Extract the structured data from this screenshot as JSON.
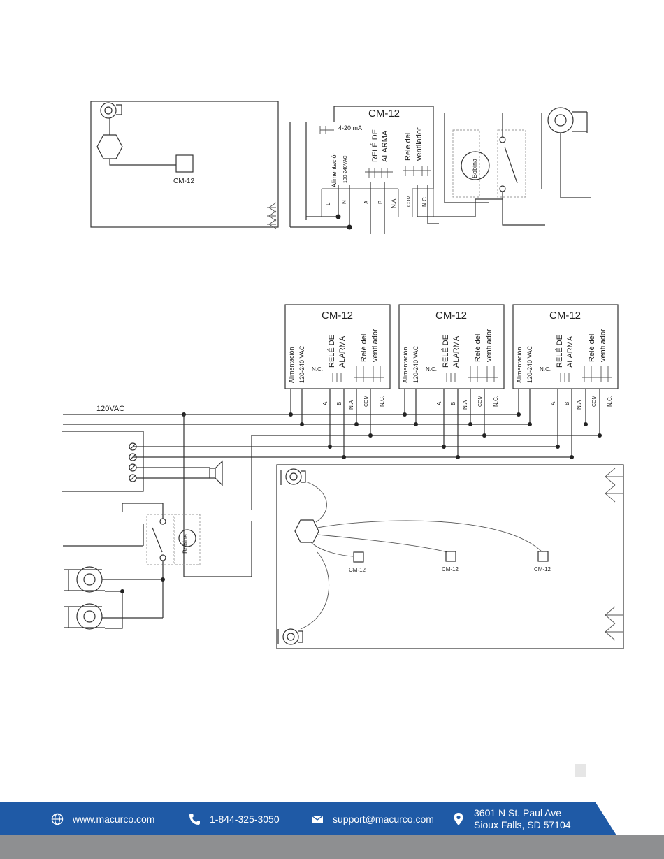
{
  "device": {
    "model": "CM-12"
  },
  "top_diagram": {
    "sensor_label": "CM-12",
    "terminals": {
      "power": "Alimentación",
      "voltage": "100-240VAC",
      "current_loop": "4-20 mA",
      "alarm_relay_1": "RELÉ DE",
      "alarm_relay_2": "ALARMA",
      "fan_relay_1": "Relé del",
      "fan_relay_2": "ventilador",
      "L": "L",
      "N": "N",
      "A": "A",
      "B": "B",
      "NA": "N.A",
      "COM": "COM",
      "NC": "N.C."
    },
    "coil_label": "Bobina"
  },
  "bottom_diagram": {
    "supply_label": "120VAC",
    "coil_label": "Bobina",
    "panels": [
      {
        "title": "CM-12",
        "power": "Alimentación",
        "voltage": "120-240 VAC",
        "alarm_1": "RELÉ DE",
        "alarm_2": "ALARMA",
        "fan_1": "Relé del",
        "fan_2": "ventilador",
        "nc_left": "N.C.",
        "A": "A",
        "B": "B",
        "NA": "N.A",
        "COM": "COM",
        "NC": "N.C."
      },
      {
        "title": "CM-12",
        "power": "Alimentación",
        "voltage": "120-240 VAC",
        "alarm_1": "RELÉ DE",
        "alarm_2": "ALARMA",
        "fan_1": "Relé del",
        "fan_2": "ventilador",
        "nc_left": "N.C.",
        "A": "A",
        "B": "B",
        "NA": "N.A",
        "COM": "COM",
        "NC": "N.C."
      },
      {
        "title": "CM-12",
        "power": "Alimentación",
        "voltage": "120-240 VAC",
        "alarm_1": "RELÉ DE",
        "alarm_2": "ALARMA",
        "fan_1": "Relé del",
        "fan_2": "ventilador",
        "nc_left": "N.C.",
        "A": "A",
        "B": "B",
        "NA": "N.A",
        "COM": "COM",
        "NC": "N.C."
      }
    ],
    "sensors": [
      "CM-12",
      "CM-12",
      "CM-12"
    ]
  },
  "footer": {
    "website": "www.macurco.com",
    "phone": "1-844-325-3050",
    "email": "support@macurco.com",
    "address_line1": "3601 N St. Paul Ave",
    "address_line2": "Sioux Falls, SD 57104",
    "colors": {
      "band": "#1f5aa6",
      "gray": "#8e8f91"
    },
    "icons": [
      "globe-icon",
      "phone-icon",
      "mail-icon",
      "location-pin-icon"
    ]
  }
}
